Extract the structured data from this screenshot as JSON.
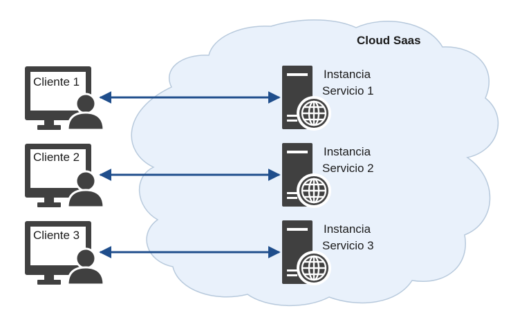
{
  "cloud": {
    "title": "Cloud Saas",
    "fill": "#e9f1fb",
    "stroke": "#b7c9dc"
  },
  "colors": {
    "device": "#404040",
    "arrow": "#1f4e8c"
  },
  "icons": {
    "client": "computer-with-user-icon",
    "server": "web-server-icon"
  },
  "clients": [
    {
      "label": "Cliente 1"
    },
    {
      "label": "Cliente 2"
    },
    {
      "label": "Cliente 3"
    }
  ],
  "instances": [
    {
      "line1": "Instancia",
      "line2": "Servicio 1"
    },
    {
      "line1": "Instancia",
      "line2": "Servicio 2"
    },
    {
      "line1": "Instancia",
      "line2": "Servicio 3"
    }
  ]
}
